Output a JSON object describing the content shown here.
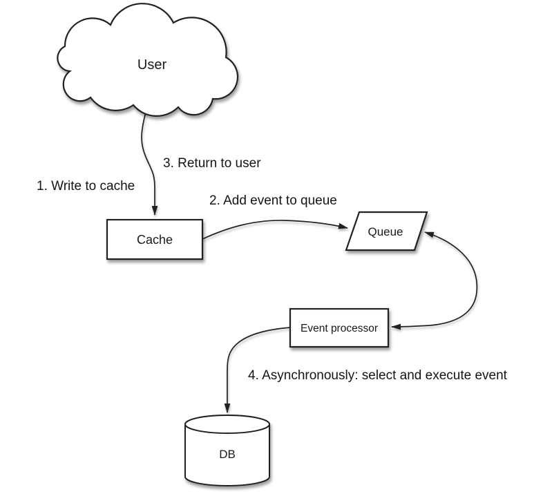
{
  "diagram": {
    "nodes": {
      "user": {
        "label": "User",
        "shape": "cloud"
      },
      "cache": {
        "label": "Cache",
        "shape": "rectangle"
      },
      "queue": {
        "label": "Queue",
        "shape": "parallelogram"
      },
      "event_processor": {
        "label": "Event processor",
        "shape": "rectangle"
      },
      "db": {
        "label": "DB",
        "shape": "cylinder"
      }
    },
    "flow_labels": {
      "step1": "1. Write to cache",
      "step2": "2. Add event to queue",
      "step3": "3. Return to user",
      "step4": "4. Asynchronously: select and execute event"
    },
    "colors": {
      "background": "#ffffff",
      "stroke": "#212121",
      "node_fill": "#ffffff",
      "text": "#17191c"
    }
  }
}
